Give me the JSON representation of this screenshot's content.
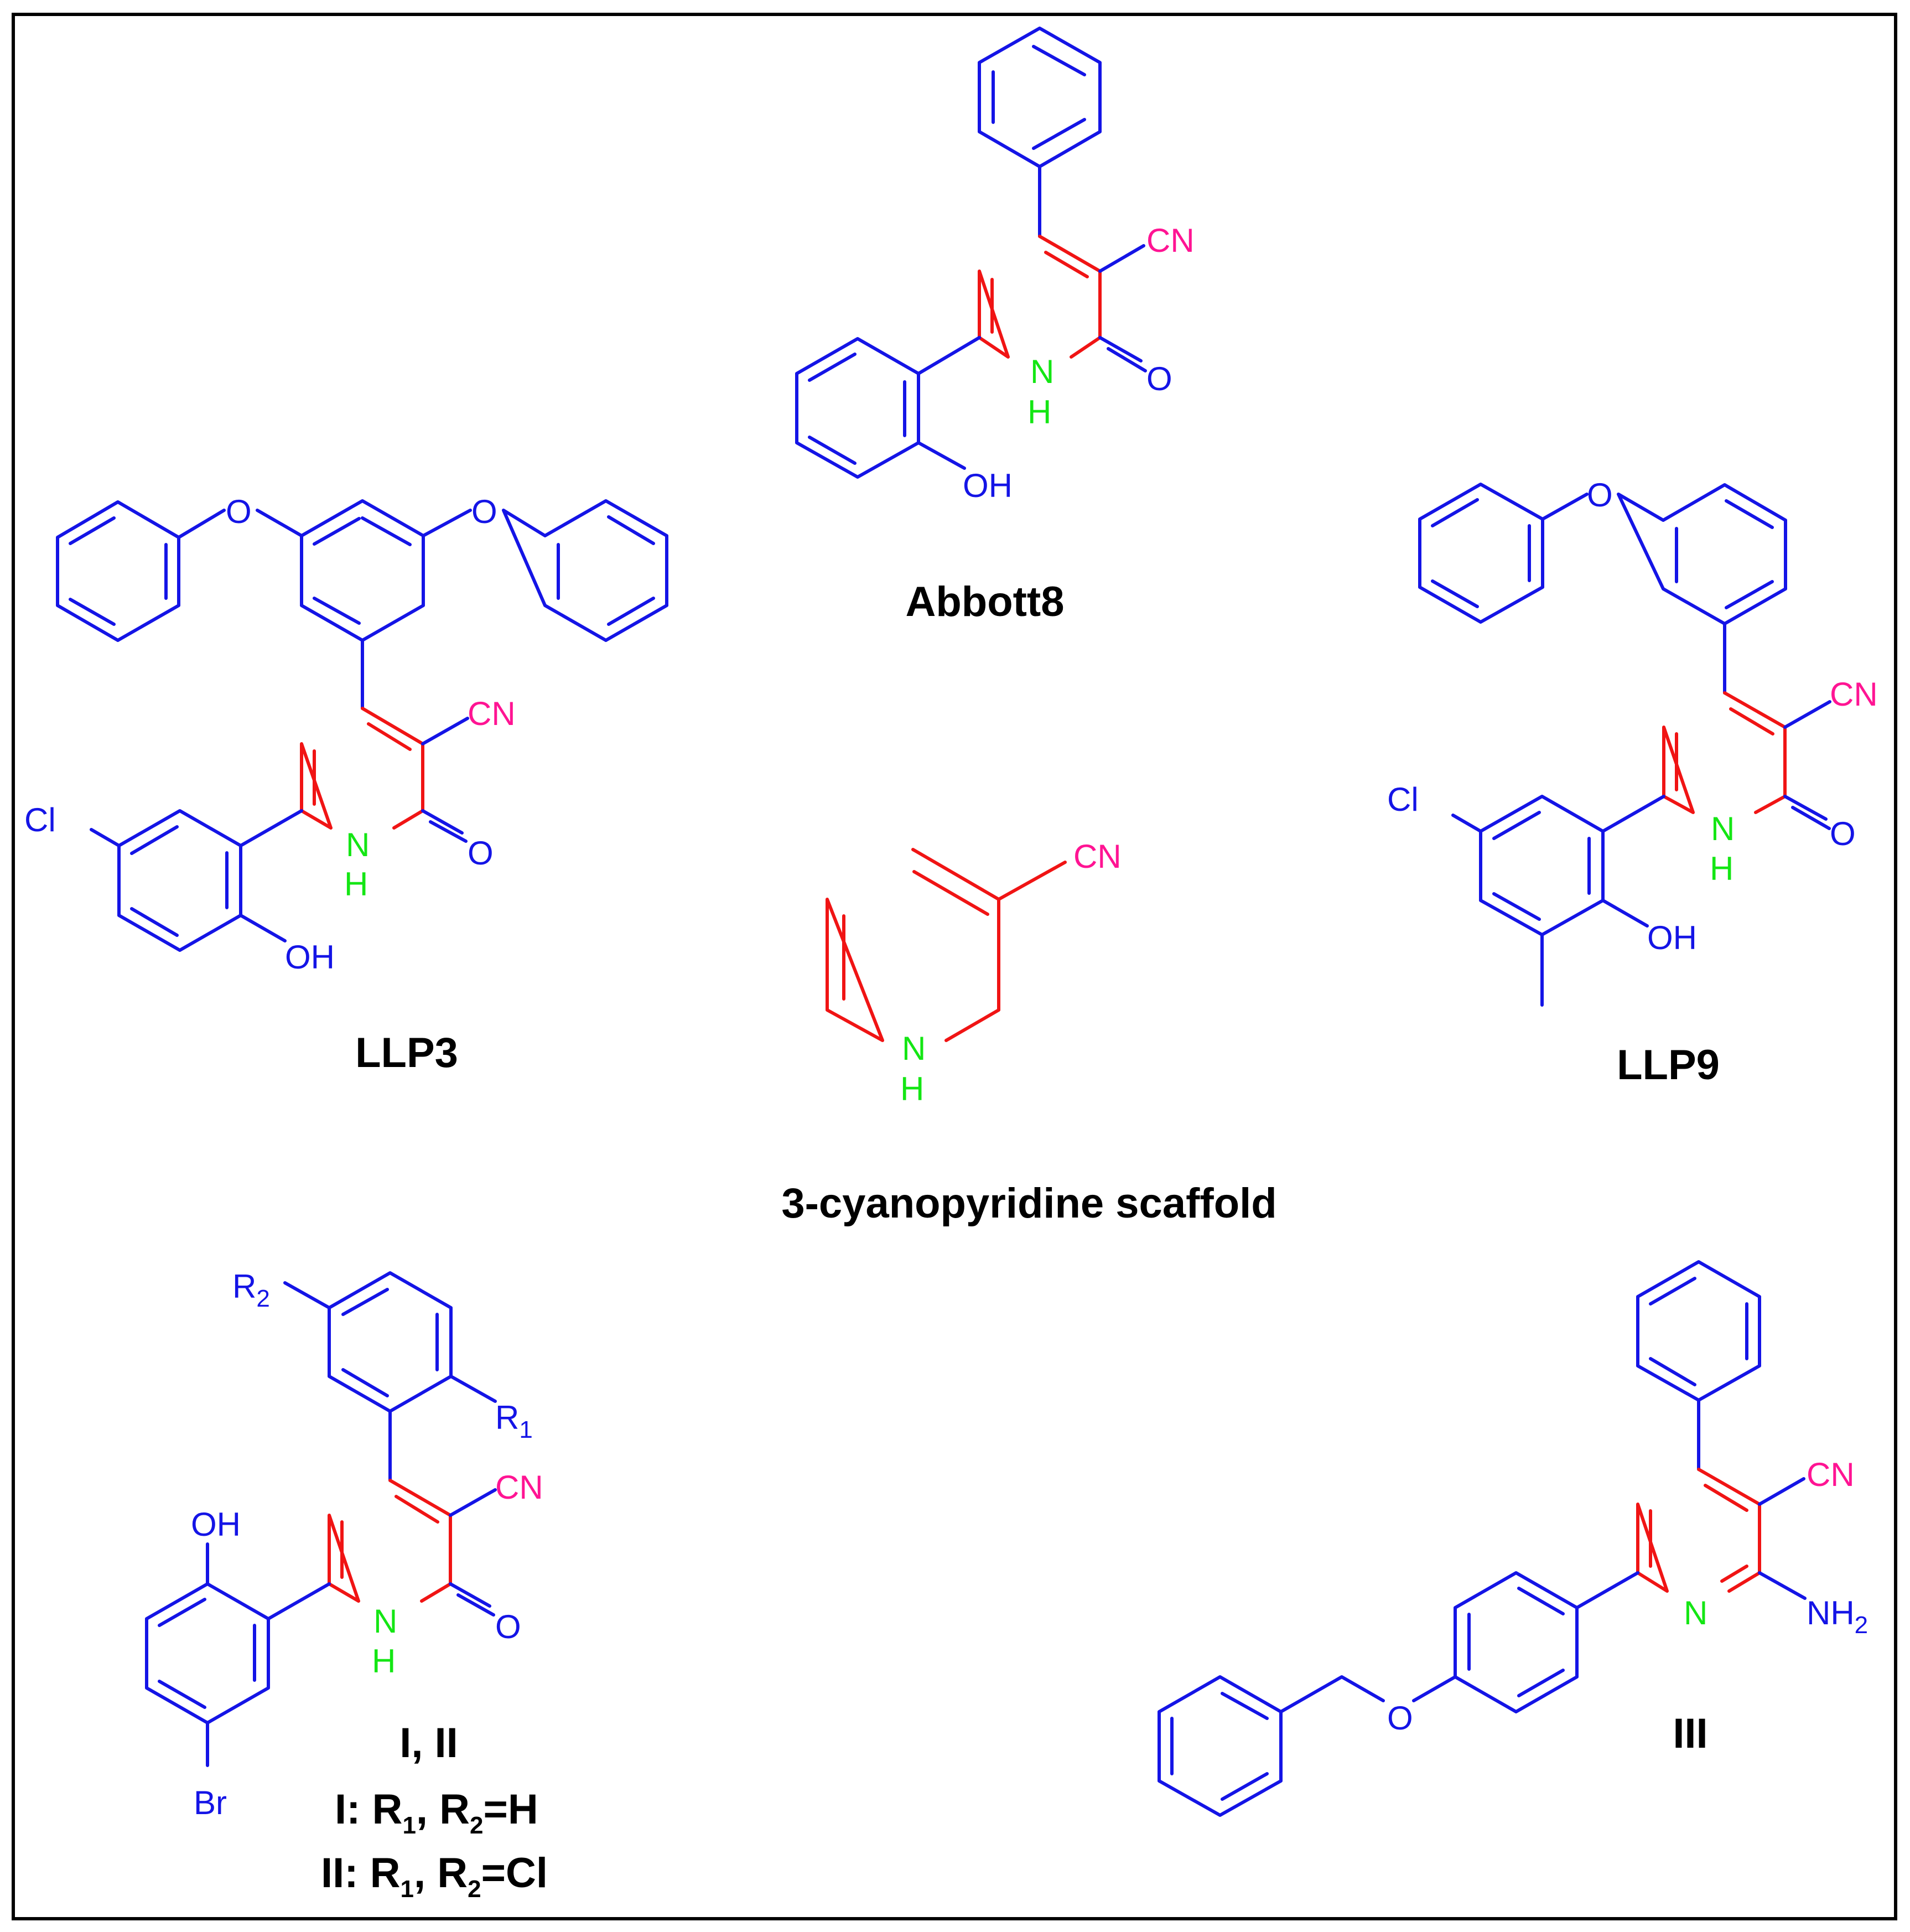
{
  "colors": {
    "scaffold": "#f01414",
    "substituent": "#1414e6",
    "nitrile": "#ff1493",
    "nitrogen": "#14e614",
    "text": "#000000"
  },
  "atoms": {
    "cn": "CN",
    "o": "O",
    "oh": "OH",
    "n": "N",
    "h": "H",
    "cl": "Cl",
    "br": "Br",
    "r": "R",
    "nh": "NH",
    "one": "1",
    "two": "2"
  },
  "compounds": {
    "abbott8": {
      "name": "Abbott8"
    },
    "llp3": {
      "name": "LLP3"
    },
    "llp9": {
      "name": "LLP9"
    },
    "scaffold": {
      "name": "3-cyanopyridine scaffold"
    },
    "i_ii": {
      "name": "I, II",
      "line1_prefix": "I: R",
      "line1_mid": ", R",
      "line1_suffix": "=H",
      "line2_prefix": "II: R",
      "line2_mid": ", R",
      "line2_suffix": "=Cl"
    },
    "iii": {
      "name": "III"
    }
  }
}
